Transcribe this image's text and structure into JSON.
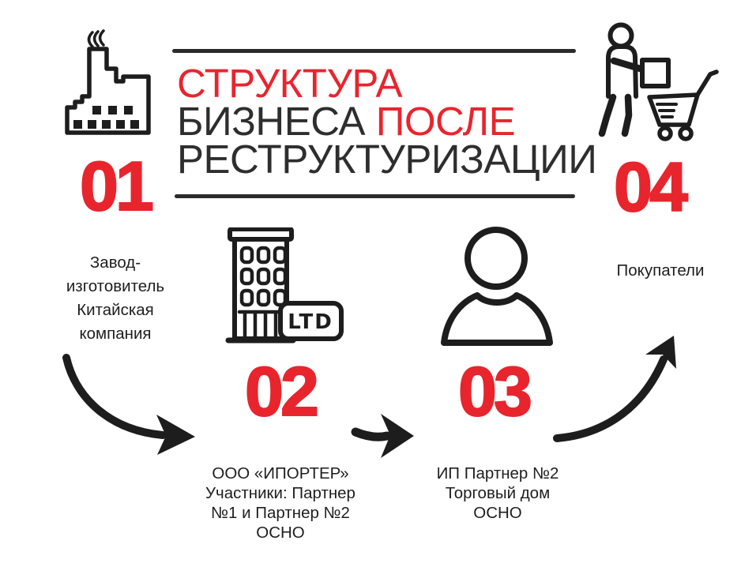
{
  "colors": {
    "accent_red": "#e8252d",
    "ink": "#2b2b2b",
    "icon_stroke": "#1d1d1d",
    "background": "#ffffff"
  },
  "header": {
    "title_line1": "СТРУКТУРА",
    "title_line2_black": "БИЗНЕСА",
    "title_line2_red": "ПОСЛЕ",
    "title_line3": "РЕСТРУКТУРИЗАЦИИ"
  },
  "steps": [
    {
      "number": "01",
      "icon": "factory-icon",
      "label": "Завод-\nизготовитель\nКитайская\nкомпания"
    },
    {
      "number": "02",
      "icon": "office-building-ltd-icon",
      "sign_text": "LTD",
      "label": "ООО «ИПОРТЕР»\nУчастники: Партнер\n№1 и Партнер №2\nОСНО"
    },
    {
      "number": "03",
      "icon": "person-icon",
      "label": "ИП Партнер №2\nТорговый дом\nОСНО"
    },
    {
      "number": "04",
      "icon": "shopper-with-cart-icon",
      "label": "Покупатели"
    }
  ],
  "arrows": [
    {
      "name": "arrow-1",
      "from": "01",
      "to": "02",
      "style": "curved-down-right"
    },
    {
      "name": "arrow-2",
      "from": "02",
      "to": "03",
      "style": "straight-right"
    },
    {
      "name": "arrow-3",
      "from": "03",
      "to": "04",
      "style": "curved-up-right"
    }
  ]
}
